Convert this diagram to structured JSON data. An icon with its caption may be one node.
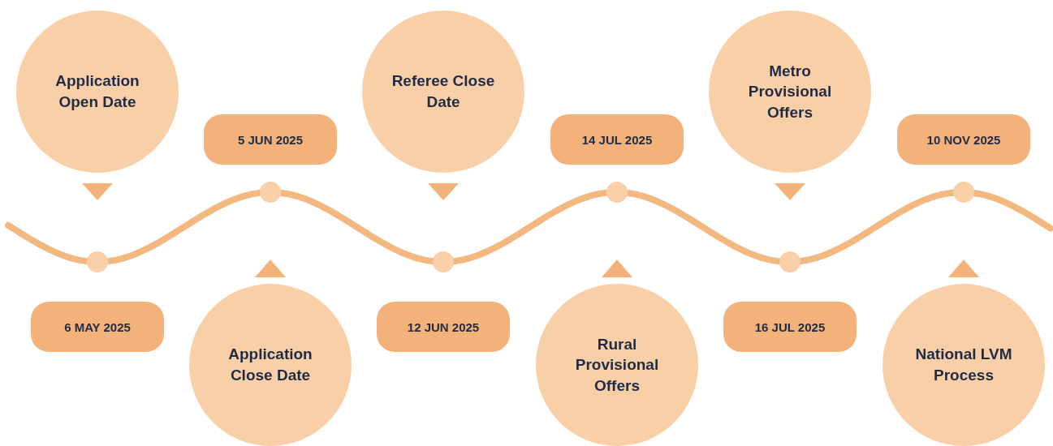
{
  "diagram": {
    "nodes": [
      {
        "text": [
          "Application Open Date"
        ]
      },
      {
        "text": [
          "6 MAY 2025"
        ]
      },
      {
        "text": [
          "Application Close Date"
        ]
      },
      {
        "text": [
          "5 JUN 2025"
        ]
      },
      {
        "text": [
          "Referee Close Date"
        ]
      },
      {
        "text": [
          "12 JUN 2025"
        ]
      },
      {
        "text": [
          "Rural Provisional Offers"
        ]
      },
      {
        "text": [
          "14 JUL 2025"
        ]
      },
      {
        "text": [
          "Metro Provisional Offers"
        ]
      },
      {
        "text": [
          "16 JUL 2025"
        ]
      },
      {
        "text": [
          "National LVM Process"
        ]
      },
      {
        "text": [
          "10 NOV 2025"
        ]
      }
    ]
  }
}
